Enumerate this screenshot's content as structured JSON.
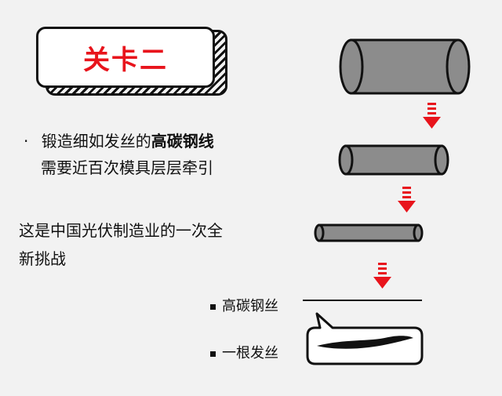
{
  "badge": {
    "title": "关卡二"
  },
  "text": {
    "bullet": "·",
    "line1_prefix": "锻造细如发丝的",
    "line1_bold": "高碳钢线",
    "line2": "需要近百次模具层层牵引",
    "para_line1": "这是中国光伏制造业的一次全",
    "para_line2": "新挑战"
  },
  "legend": {
    "item1": "高碳钢丝",
    "item2": "一根发丝"
  },
  "colors": {
    "accent_red": "#e8141c",
    "cylinder_fill": "#8c8c8c",
    "outline": "#111111"
  },
  "icons": [
    "down-arrow-icon",
    "down-arrow-icon",
    "down-arrow-icon"
  ]
}
